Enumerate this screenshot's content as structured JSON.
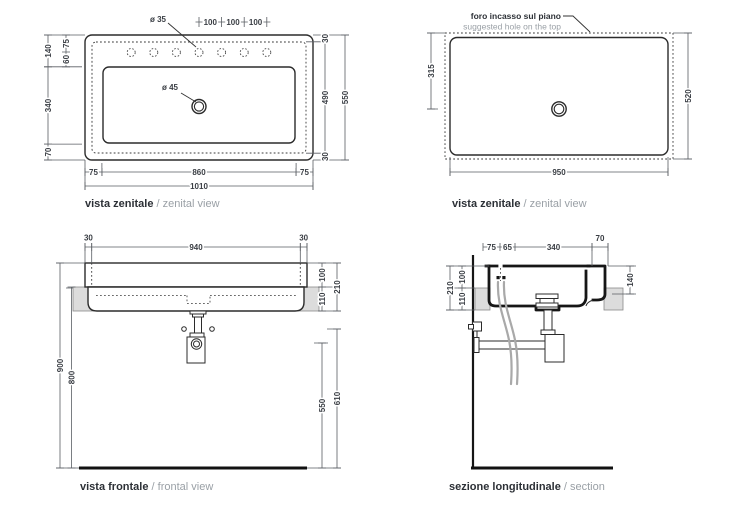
{
  "views": {
    "zenital_left": {
      "caption_bold": "vista zenitale",
      "caption_light": " / zenital view",
      "dim_hole_dia": "ø 35",
      "dim_drain_dia": "ø 45",
      "dim_spacing_1": "100",
      "dim_spacing_2": "100",
      "dim_spacing_3": "100",
      "dim_left_140": "140",
      "dim_left_340": "340",
      "dim_left_70": "70",
      "dim_left_75": "75",
      "dim_left_60": "60",
      "dim_right_30_top": "30",
      "dim_right_490": "490",
      "dim_right_30_bottom": "30",
      "dim_right_550": "550",
      "dim_bottom_75_left": "75",
      "dim_bottom_860": "860",
      "dim_bottom_75_right": "75",
      "dim_bottom_1010": "1010"
    },
    "zenital_right": {
      "note_bold": "foro incasso sul piano",
      "note_light": "suggested hole on the top",
      "caption_bold": "vista zenitale",
      "caption_light": " / zenital view",
      "dim_315": "315",
      "dim_520": "520",
      "dim_950": "950"
    },
    "frontal": {
      "caption_bold": "vista frontale",
      "caption_light": " / frontal view",
      "dim_top_30_left": "30",
      "dim_top_940": "940",
      "dim_top_30_right": "30",
      "dim_right_100": "100",
      "dim_right_110": "110",
      "dim_right_210": "210",
      "dim_left_900": "900",
      "dim_left_800": "800",
      "dim_right_550": "550",
      "dim_right_610": "610"
    },
    "section": {
      "caption_bold": "sezione longitudinale",
      "caption_light": " / section",
      "dim_top_75": "75",
      "dim_top_65": "65",
      "dim_top_340": "340",
      "dim_top_70": "70",
      "dim_left_210": "210",
      "dim_left_100": "100",
      "dim_left_110": "110",
      "dim_right_140": "140"
    },
    "colors": {
      "line": "#2b2b2b",
      "thick_line": "#161616",
      "dim_text": "#3a3e44",
      "caption_bold": "#2c3036",
      "caption_light": "#9aa0a6",
      "counter_fill": "#dcdcdc",
      "hose": "#a9a9a9"
    }
  }
}
